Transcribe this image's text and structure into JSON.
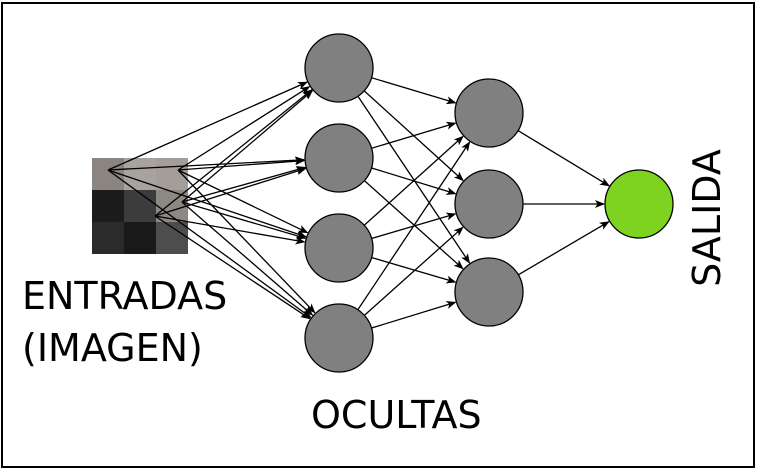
{
  "diagram": {
    "labels": {
      "inputs_line1": "ENTRADAS",
      "inputs_line2": "(IMAGEN)",
      "hidden": "OCULTAS",
      "output": "SALIDA"
    },
    "layers": {
      "input": {
        "type": "pixel-grid",
        "rows": 3,
        "cols": 3
      },
      "hidden1": {
        "neurons": 4
      },
      "hidden2": {
        "neurons": 3
      },
      "output": {
        "neurons": 1
      }
    },
    "colors": {
      "hidden_neuron": "#808080",
      "output_neuron": "#7ed321",
      "stroke": "#000000",
      "pixel_grid": [
        [
          "#8a8580",
          "#a8a39e",
          "#a39e99"
        ],
        [
          "#1c1c1c",
          "#3c3c3c",
          "#8c8883"
        ],
        [
          "#2b2b2b",
          "#1a1a1a",
          "#4d4d4d"
        ]
      ]
    }
  }
}
